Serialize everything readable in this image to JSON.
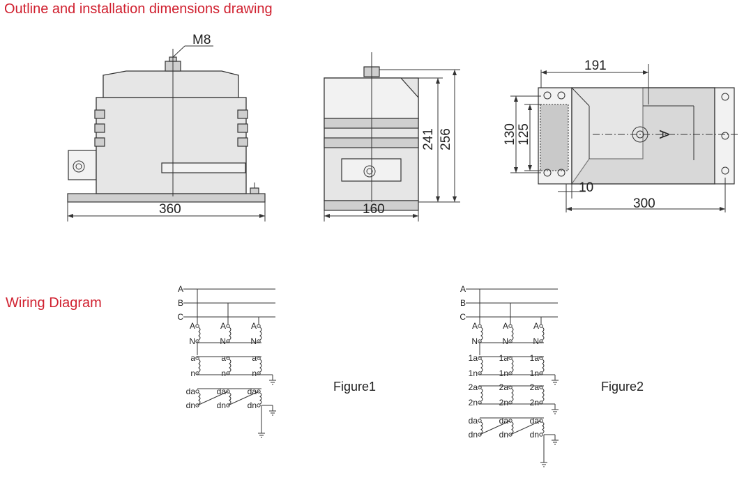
{
  "headings": {
    "outline": "Outline and installation dimensions drawing",
    "wiring": "Wiring Diagram"
  },
  "dimensions": {
    "bolt": "M8",
    "front_width": "360",
    "side_width": "160",
    "side_height_inner": "241",
    "side_height_outer": "256",
    "top_width": "191",
    "top_length": "300",
    "top_offset": "10",
    "top_height_outer": "130",
    "top_height_inner": "125",
    "top_marker": "A"
  },
  "wiring": {
    "figure1": {
      "caption": "Figure1",
      "phases": [
        "A",
        "B",
        "C"
      ],
      "primary_top": "A",
      "primary_bottom": "N",
      "secondary_top": "a",
      "secondary_bottom": "n",
      "residual_top": "da",
      "residual_bottom": "dn"
    },
    "figure2": {
      "caption": "Figure2",
      "phases": [
        "A",
        "B",
        "C"
      ],
      "primary_top": "A",
      "primary_bottom": "N",
      "secondary1_top": "1a",
      "secondary1_bottom": "1n",
      "secondary2_top": "2a",
      "secondary2_bottom": "2n",
      "residual_top": "da",
      "residual_bottom": "dn"
    }
  }
}
